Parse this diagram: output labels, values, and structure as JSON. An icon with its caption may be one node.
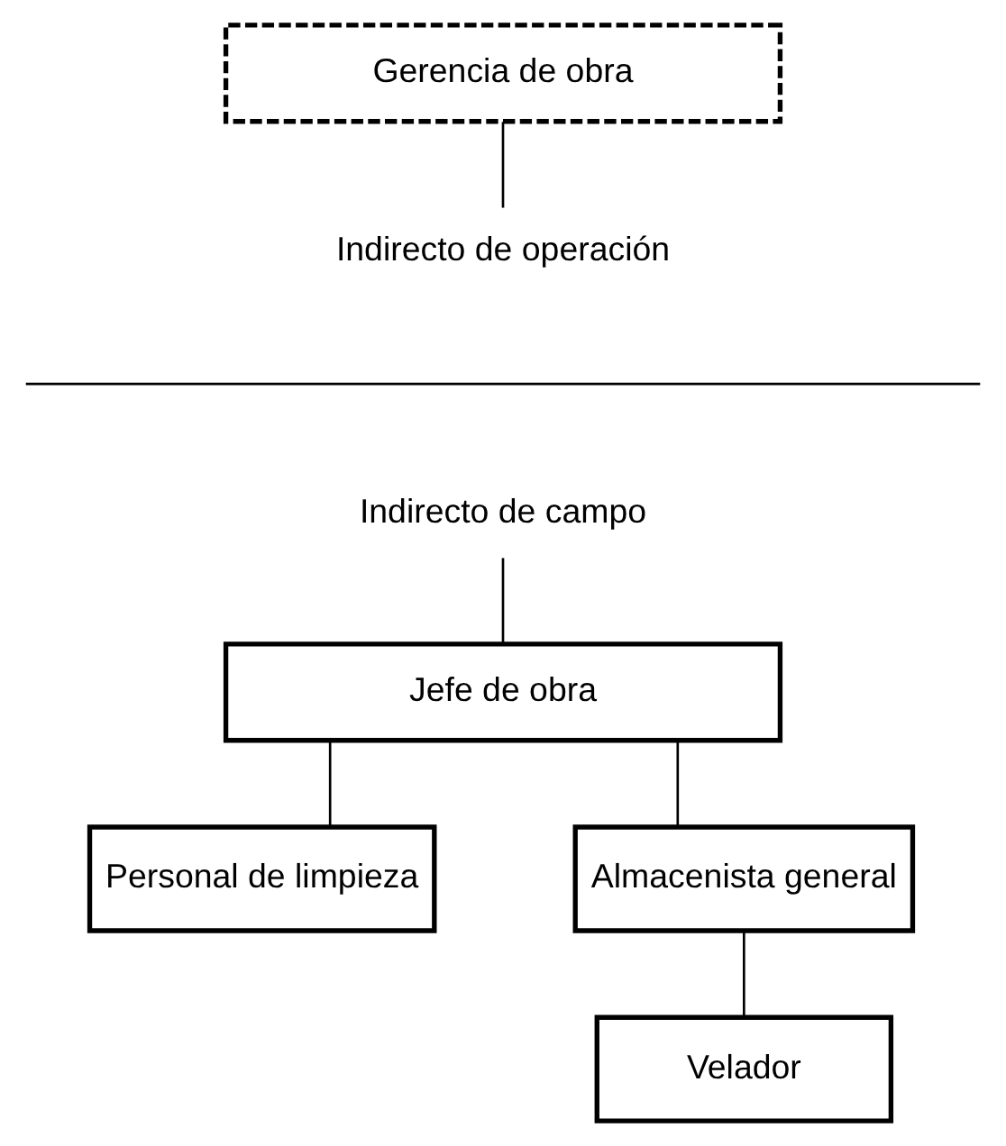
{
  "diagram": {
    "nodes": [
      {
        "text": [
          "Gerencia de obra"
        ]
      },
      {
        "text": [
          "Indirecto de operación"
        ]
      },
      {
        "text": [
          "Indirecto de campo"
        ]
      },
      {
        "text": [
          "Jefe de obra"
        ]
      },
      {
        "text": [
          "Personal de limpieza"
        ]
      },
      {
        "text": [
          "Almacenista general"
        ]
      },
      {
        "text": [
          "Velador"
        ]
      }
    ],
    "edges": [
      {
        "from": 0,
        "to": 1,
        "arrow": "none"
      },
      {
        "from": 2,
        "to": 3,
        "arrow": "none"
      },
      {
        "from": 3,
        "to": 4,
        "arrow": "none"
      },
      {
        "from": 3,
        "to": 5,
        "arrow": "none"
      },
      {
        "from": 5,
        "to": 6,
        "arrow": "none"
      }
    ]
  }
}
